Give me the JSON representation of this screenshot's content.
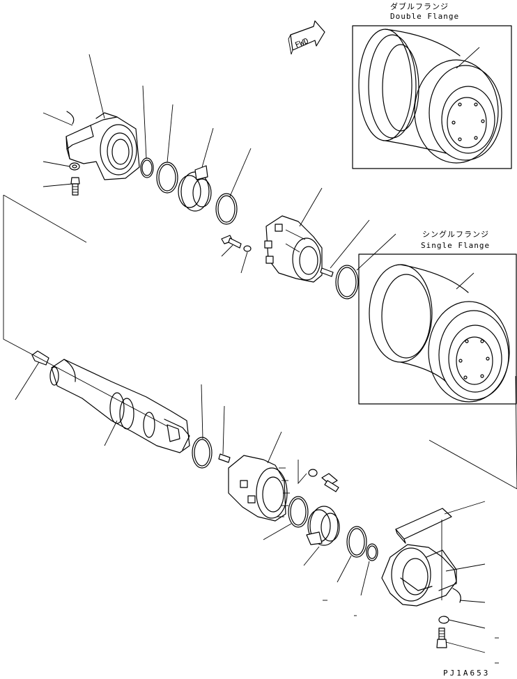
{
  "double_flange": {
    "label_jp": "ダブルフランジ",
    "label_en": "Double Flange"
  },
  "single_flange": {
    "label_jp": "シングルフランジ",
    "label_en": "Single Flange"
  },
  "fwd_arrow": {
    "text": "FWD"
  },
  "drawing_code": "PJ1A653"
}
